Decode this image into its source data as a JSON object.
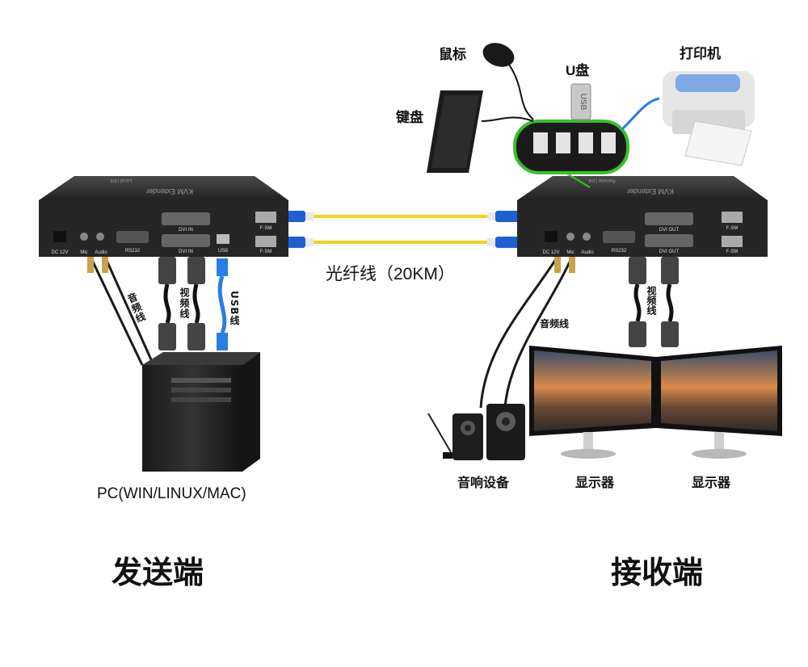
{
  "sender": {
    "side_label": "发送端",
    "pc_label": "PC(WIN/LINUX/MAC)",
    "device_title": "KVM Extender",
    "device_subtitle": "Local Unit",
    "ports": [
      "DC 12V",
      "Mic",
      "Audio",
      "RS232",
      "DVI IN",
      "DVI IN",
      "USB",
      "F-SM",
      "F-SM"
    ],
    "cable_audio": "音频线",
    "cable_video": "视频线",
    "cable_usb": "USB线"
  },
  "receiver": {
    "side_label": "接收端",
    "device_title": "KVM Extender",
    "device_subtitle": "Remote Unit",
    "ports": [
      "DC 12V",
      "Mic",
      "Audio",
      "RS232",
      "DVI OUT",
      "DVI OUT",
      "F-SM",
      "F-SM"
    ],
    "cable_audio": "音频线",
    "cable_video": "视频线",
    "speaker_label": "音响设备",
    "monitor_label_1": "显示器",
    "monitor_label_2": "显示器"
  },
  "peripherals": {
    "mouse": "鼠标",
    "usb_drive": "U盘",
    "usb_drive_text": "USB",
    "keyboard": "键盘",
    "printer": "打印机"
  },
  "fiber_label": "光纤线（20KM）",
  "colors": {
    "device_body": "#2b2b2b",
    "fiber": "#f2d21e",
    "fiber_connector": "#1f5fd6",
    "hub_outline": "#3bbf2e",
    "usb_cable": "#2a7de1",
    "background": "#ffffff"
  }
}
